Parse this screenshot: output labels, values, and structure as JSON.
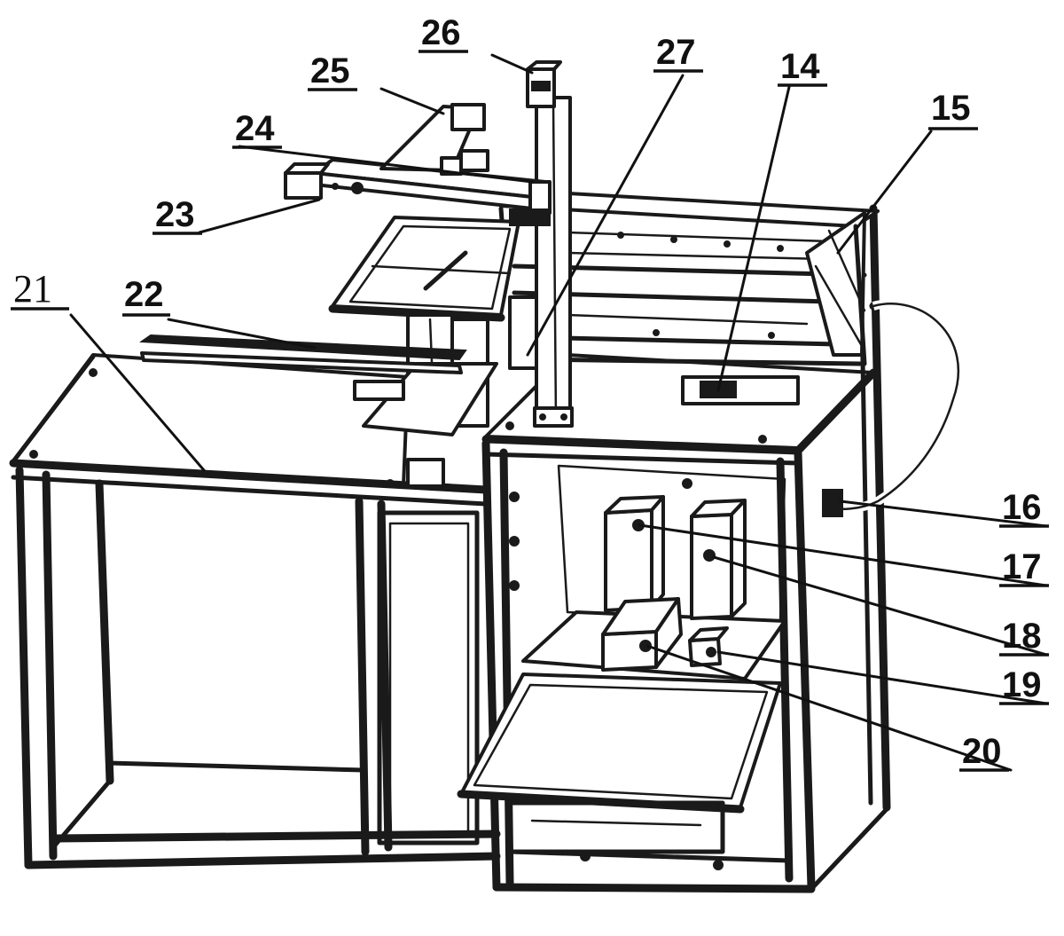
{
  "callouts": [
    {
      "id": "21",
      "text": "21"
    },
    {
      "id": "22",
      "text": "22"
    },
    {
      "id": "23",
      "text": "23"
    },
    {
      "id": "24",
      "text": "24"
    },
    {
      "id": "25",
      "text": "25"
    },
    {
      "id": "26",
      "text": "26"
    },
    {
      "id": "27",
      "text": "27"
    },
    {
      "id": "14",
      "text": "14"
    },
    {
      "id": "15",
      "text": "15"
    },
    {
      "id": "16",
      "text": "16"
    },
    {
      "id": "17",
      "text": "17"
    },
    {
      "id": "18",
      "text": "18"
    },
    {
      "id": "19",
      "text": "19"
    },
    {
      "id": "20",
      "text": "20"
    }
  ]
}
